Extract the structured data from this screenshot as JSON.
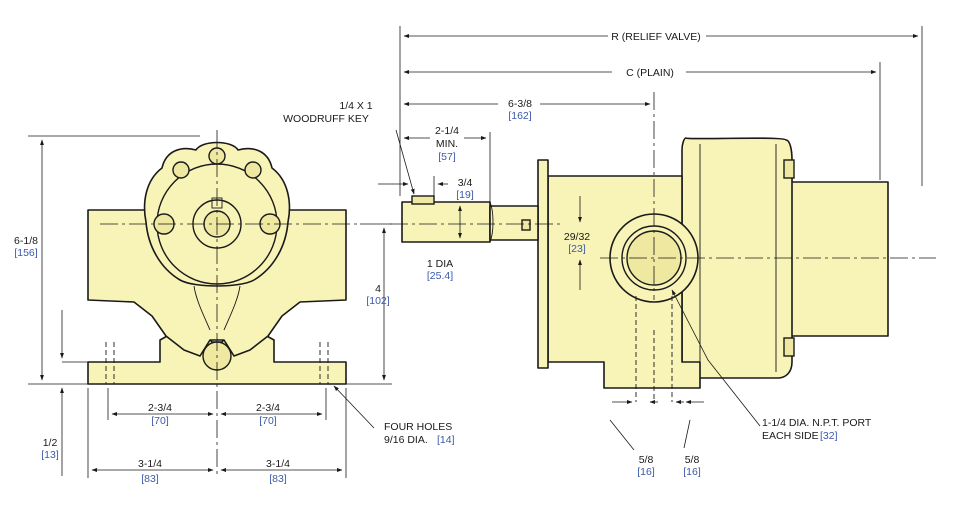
{
  "dimensions": {
    "overall_height": {
      "imperial": "6-1/8",
      "metric": "[156]"
    },
    "shaft_height": {
      "imperial": "4",
      "metric": "[102]"
    },
    "base_thickness": {
      "imperial": "1/2",
      "metric": "[13]"
    },
    "hole_spacing_left": {
      "imperial": "2-3/4",
      "metric": "[70]"
    },
    "hole_spacing_right": {
      "imperial": "2-3/4",
      "metric": "[70]"
    },
    "base_half_left": {
      "imperial": "3-1/4",
      "metric": "[83]"
    },
    "base_half_right": {
      "imperial": "3-1/4",
      "metric": "[83]"
    },
    "relief_valve": {
      "label": "R (RELIEF VALVE)"
    },
    "plain": {
      "label": "C (PLAIN)"
    },
    "shaft_to_port": {
      "imperial": "6-3/8",
      "metric": "[162]"
    },
    "shaft_min": {
      "imperial_line1": "2-1/4",
      "imperial_line2": "MIN.",
      "metric": "[57]"
    },
    "key_length": {
      "imperial": "3/4",
      "metric": "[19]"
    },
    "shaft_dia": {
      "imperial": "1 DIA",
      "metric": "[25.4]"
    },
    "port_offset": {
      "imperial": "29/32",
      "metric": "[23]"
    },
    "port_left": {
      "imperial": "5/8",
      "metric": "[16]"
    },
    "port_right": {
      "imperial": "5/8",
      "metric": "[16]"
    }
  },
  "callouts": {
    "woodruff_key": {
      "line1": "1/4 X 1",
      "line2": "WOODRUFF KEY"
    },
    "four_holes": {
      "line1": "FOUR HOLES",
      "line2": "9/16 DIA.",
      "metric": "[14]"
    },
    "port": {
      "line1": "1-1/4 DIA. N.P.T. PORT",
      "line2": "EACH SIDE",
      "metric": "[32]"
    }
  },
  "colors": {
    "casting": "#f8f3b6",
    "metric_text": "#3b5aa8",
    "line": "#1a1a1a"
  }
}
